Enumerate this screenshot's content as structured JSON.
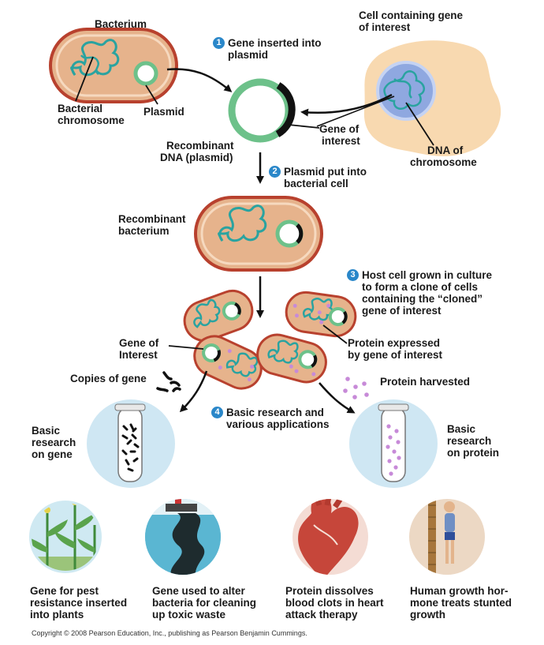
{
  "labels": {
    "bacterium": "Bacterium",
    "cell_gene_1": "Cell containing gene",
    "cell_gene_2": "of interest",
    "bacterial_chrom_1": "Bacterial",
    "bacterial_chrom_2": "chromosome",
    "plasmid": "Plasmid",
    "gene_interest_1": "Gene of",
    "gene_interest_2": "interest",
    "dna_chrom_1": "DNA of",
    "dna_chrom_2": "chromosome",
    "recomb_dna_1": "Recombinant",
    "recomb_dna_2": "DNA (plasmid)",
    "recomb_bact_1": "Recombinant",
    "recomb_bact_2": "bacterium",
    "gene_of_interest2_1": "Gene of",
    "gene_of_interest2_2": "Interest",
    "protein_expr_1": "Protein expressed",
    "protein_expr_2": "by gene of interest",
    "copies_gene": "Copies of gene",
    "protein_harvested": "Protein harvested",
    "basic_gene_1": "Basic",
    "basic_gene_2": "research",
    "basic_gene_3": "on gene",
    "basic_protein_1": "Basic",
    "basic_protein_2": "research",
    "basic_protein_3": "on protein"
  },
  "steps": [
    {
      "num": "1",
      "line1": "Gene inserted into",
      "line2": "plasmid"
    },
    {
      "num": "2",
      "line1": "Plasmid put into",
      "line2": "bacterial cell"
    },
    {
      "num": "3",
      "line1": "Host cell grown in culture",
      "line2": "to form a clone of cells",
      "line3": "containing the “cloned”",
      "line4": "gene of interest"
    },
    {
      "num": "4",
      "line1": "Basic research and",
      "line2": "various applications"
    }
  ],
  "applications": [
    {
      "line1": "Gene for pest",
      "line2": "resistance inserted",
      "line3": "into plants"
    },
    {
      "line1": "Gene used to alter",
      "line2": "bacteria for cleaning",
      "line3": "up toxic waste"
    },
    {
      "line1": "Protein dissolves",
      "line2": "blood clots in heart",
      "line3": "attack therapy"
    },
    {
      "line1": "Human growth hor-",
      "line2": "mone treats stunted",
      "line3": "growth"
    }
  ],
  "copyright": "Copyright © 2008 Pearson Education, Inc., publishing as Pearson Benjamin Cummings.",
  "colors": {
    "bacterium_fill": "#e6b38c",
    "bacterium_outline": "#b8412e",
    "dna": "#2aa3a0",
    "plasmid": "#6dc18a",
    "gene_segment": "#111111",
    "cell_fill": "#f8d9b0",
    "nucleus": "#8fa8e0",
    "protein": "#c78ad8",
    "step_badge": "#2a87c9"
  }
}
